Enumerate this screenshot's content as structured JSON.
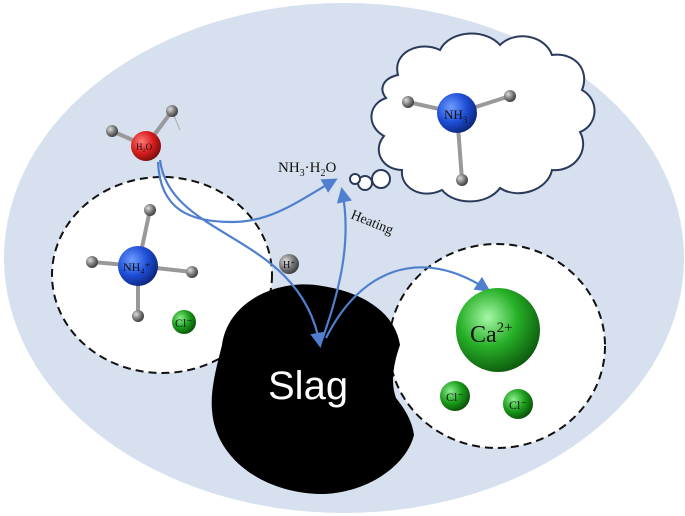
{
  "labels": {
    "water": "H₂O",
    "ammonium": "NH₄⁺",
    "hydrogen": "H⁺",
    "chloride": "Cl⁻",
    "ammonia_hydrate_prefix": "NH",
    "ammonia_hydrate_sub1": "3",
    "ammonia_hydrate_mid": "·H",
    "ammonia_hydrate_sub2": "2",
    "ammonia_hydrate_suffix": "O",
    "ammonia_prefix": "NH",
    "ammonia_sub": "3",
    "heating": "Heating",
    "slag": "Slag",
    "calcium_prefix": "Ca",
    "calcium_sup": "2+"
  },
  "colors": {
    "background": "#d6e0ee",
    "arrow": "#4f7fce",
    "water_atom": "#d81e1e",
    "nitrogen_atom": "#1f4fd8",
    "hydrogen_atom": "#7a7a7a",
    "chloride_ion": "#1a9e1a",
    "calcium_ion": "#22a822",
    "slag": "#000000"
  }
}
